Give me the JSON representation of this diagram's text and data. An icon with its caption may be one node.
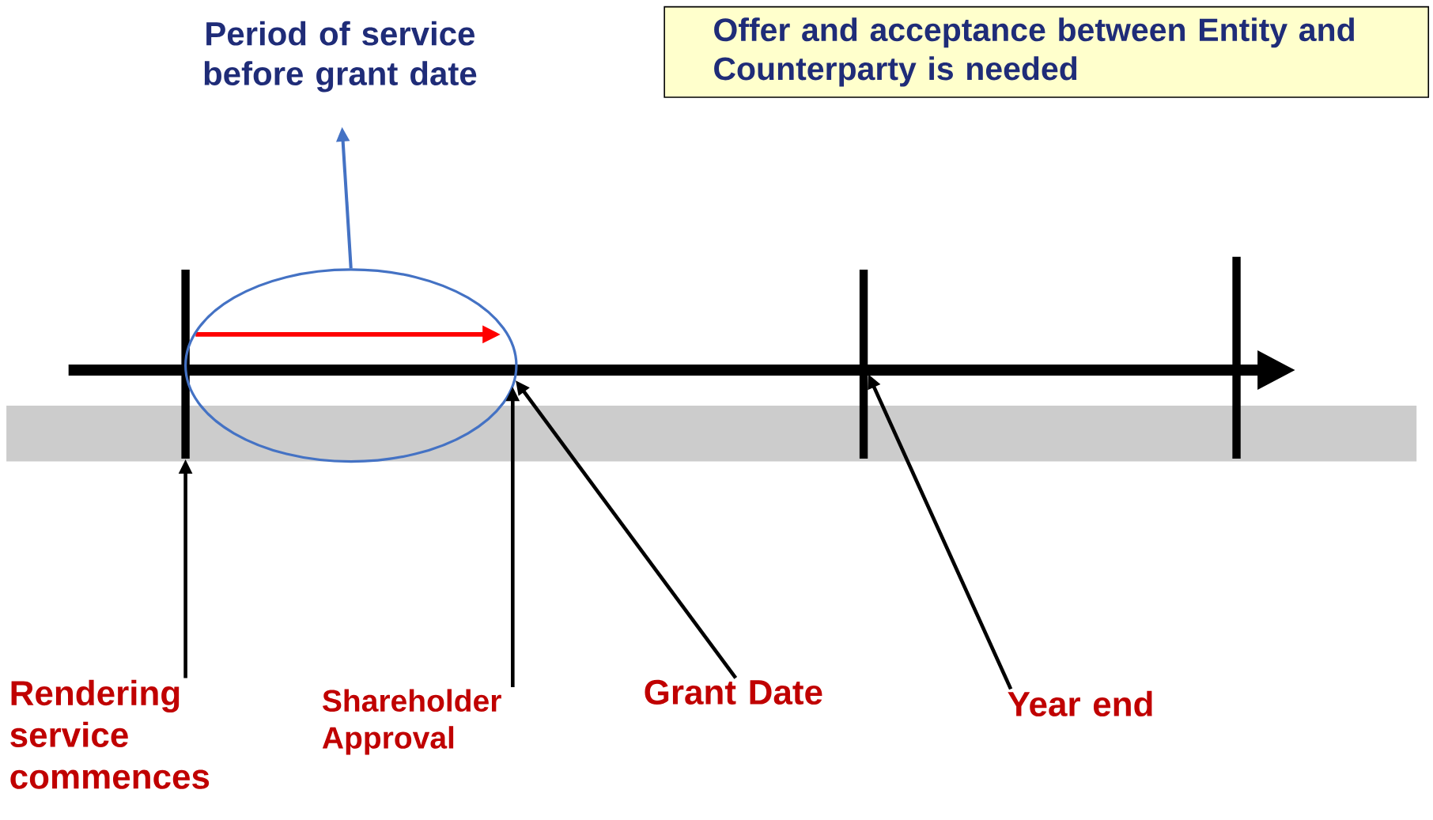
{
  "diagram": {
    "nodes": [
      {
        "text": [
          "Period of service before grant date"
        ]
      },
      {
        "text": [
          "Offer and acceptance between Entity and Counterparty is needed"
        ]
      },
      {
        "text": [],
        "shape": "ellipse"
      },
      {
        "text": [],
        "shape": "bar"
      },
      {
        "text": [],
        "shape": "bar"
      },
      {
        "text": [],
        "shape": "bar"
      },
      {
        "text": [
          "Rendering service commences"
        ]
      },
      {
        "text": [
          "Shareholder Approval"
        ]
      },
      {
        "text": [
          "Grant Date"
        ]
      },
      {
        "text": [
          "Year end"
        ]
      }
    ],
    "edges": [
      {
        "from": 2,
        "to": 0,
        "arrow": "to",
        "color": "#4472c4"
      },
      {
        "from": 6,
        "to": 3,
        "arrow": "to"
      },
      {
        "from": 7,
        "to": 2,
        "arrow": "to"
      },
      {
        "from": 8,
        "to": 2,
        "arrow": "to"
      },
      {
        "from": 9,
        "to": 4,
        "arrow": "to"
      }
    ]
  }
}
